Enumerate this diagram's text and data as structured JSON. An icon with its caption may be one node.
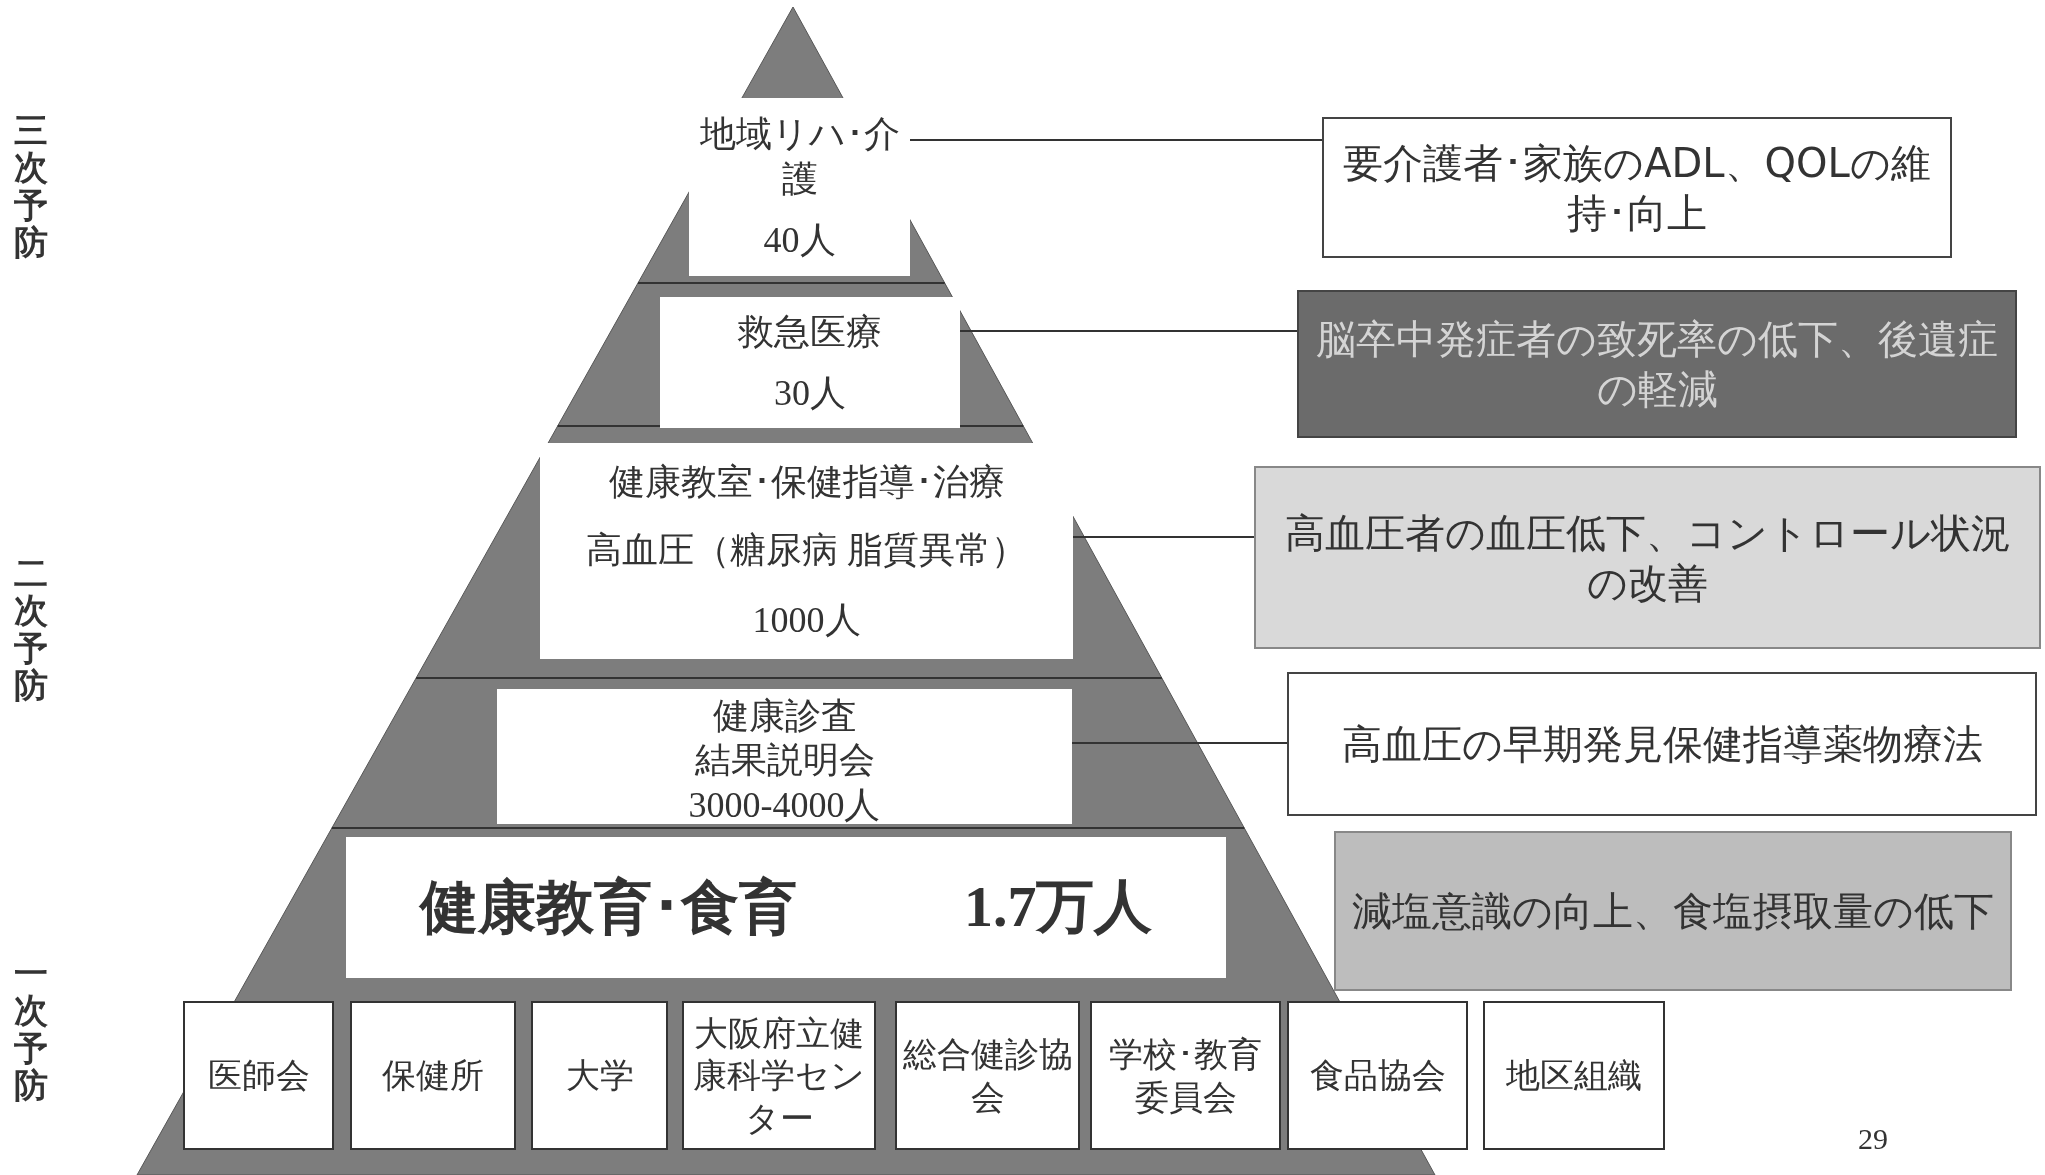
{
  "diagram": {
    "nodes": [
      {
        "text": [
          "地域リハ･介護",
          "40人"
        ]
      },
      {
        "text": [
          "救急医療",
          "30人"
        ]
      },
      {
        "text": [
          "健康教室･保健指導･治療",
          "高血圧（糖尿病 脂質異常）",
          "1000人"
        ]
      },
      {
        "text": [
          "健康診査",
          "結果説明会",
          "3000-4000人"
        ]
      },
      {
        "text": [
          "健康教育･食育",
          "1.7万人"
        ]
      },
      {
        "text": [
          "要介護者･家族のADL、QOLの維持･向上"
        ]
      },
      {
        "text": [
          "脳卒中発症者の致死率の低下、後遺症の軽減"
        ]
      },
      {
        "text": [
          "高血圧者の血圧低下、コントロール状況の改善"
        ]
      },
      {
        "text": [
          "高血圧の早期発見保健指導薬物療法"
        ]
      },
      {
        "text": [
          "減塩意識の向上、食塩摂取量の低下"
        ]
      },
      {
        "text": [
          "医師会"
        ]
      },
      {
        "text": [
          "保健所"
        ]
      },
      {
        "text": [
          "大学"
        ]
      },
      {
        "text": [
          "大阪府立健康科学センター"
        ]
      },
      {
        "text": [
          "総合健診協会"
        ]
      },
      {
        "text": [
          "学校･教育委員会"
        ]
      },
      {
        "text": [
          "食品協会"
        ]
      },
      {
        "text": [
          "地区組織"
        ]
      }
    ],
    "edges": [
      {
        "from": 0,
        "to": 5,
        "arrow": "none"
      },
      {
        "from": 1,
        "to": 6,
        "arrow": "none"
      },
      {
        "from": 2,
        "to": 7,
        "arrow": "none"
      },
      {
        "from": 3,
        "to": 8,
        "arrow": "none"
      }
    ],
    "labels": [
      "三次予防",
      "二次予防",
      "一次予防",
      "29"
    ]
  }
}
